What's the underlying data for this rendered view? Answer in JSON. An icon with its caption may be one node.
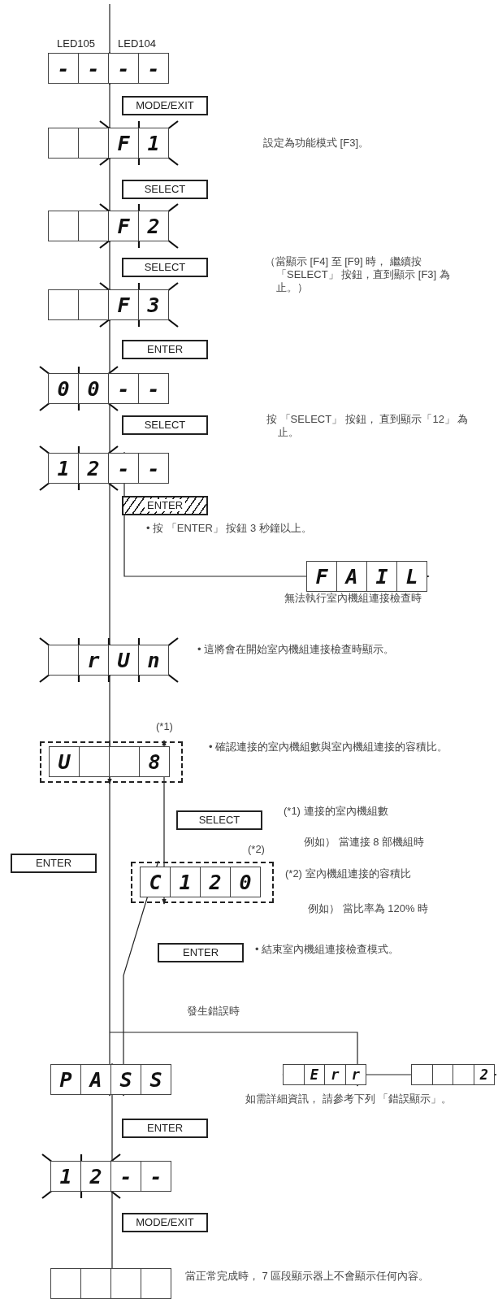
{
  "diagram": {
    "nodes": [
      {
        "text": [
          "-",
          "-",
          "-",
          "-"
        ]
      },
      {
        "text": [
          "F",
          "1"
        ]
      },
      {
        "text": [
          "F",
          "2"
        ]
      },
      {
        "text": [
          "F",
          "3"
        ]
      },
      {
        "text": [
          "0",
          "0",
          "-",
          "-"
        ]
      },
      {
        "text": [
          "1",
          "2",
          "-",
          "-"
        ]
      },
      {
        "text": [
          "F",
          "A",
          "I",
          "L"
        ],
        "beside": [
          "無法執行室內機組連接檢查時"
        ]
      },
      {
        "text": [
          "r",
          "U",
          "n"
        ],
        "beside": [
          "• 這將會在開始室內機組連接檢查時顯示。"
        ]
      },
      {
        "text": [
          "U",
          "8"
        ],
        "beside": [
          "(*1)",
          "• 確認連接的室內機組數與室內機組連接的容積比。"
        ]
      },
      {
        "text": [
          "C",
          "1",
          "2",
          "0"
        ],
        "beside": [
          "(*2)"
        ]
      },
      {
        "text": [
          "P",
          "A",
          "S",
          "S"
        ]
      },
      {
        "text": [
          "E",
          "r",
          "r"
        ]
      },
      {
        "text": [
          "2"
        ]
      },
      {
        "text": [
          "1",
          "2",
          "-",
          "-"
        ]
      },
      {
        "text": [],
        "shape": "box",
        "beside": [
          "當正常完成時， 7 區段顯示器上不會顯示任何內容。"
        ]
      }
    ],
    "edges": [
      {
        "from": null,
        "to": 0,
        "arrow": "to"
      },
      {
        "from": 0,
        "to": 1,
        "arrow": "to",
        "label": "MODE/EXIT"
      },
      {
        "from": 1,
        "to": 2,
        "arrow": "to",
        "label": "SELECT"
      },
      {
        "from": 2,
        "to": 3,
        "arrow": "to",
        "label": "SELECT"
      },
      {
        "from": 3,
        "to": 4,
        "arrow": "to",
        "label": "ENTER"
      },
      {
        "from": 4,
        "to": 5,
        "arrow": "to",
        "label": "SELECT"
      },
      {
        "from": 5,
        "to": 6,
        "arrow": "to"
      },
      {
        "from": 5,
        "to": 7,
        "arrow": "to",
        "label": "ENTER"
      },
      {
        "from": 7,
        "to": 8,
        "arrow": "to"
      },
      {
        "from": 8,
        "to": 9,
        "arrow": "both",
        "label": "SELECT"
      },
      {
        "from": 8,
        "to": 10,
        "arrow": "to",
        "label": "ENTER"
      },
      {
        "from": 9,
        "to": 10,
        "arrow": "to",
        "label": "ENTER"
      },
      {
        "from": null,
        "to": 11,
        "arrow": "to",
        "label": "發生錯誤時"
      },
      {
        "from": 11,
        "to": 12,
        "arrow": "both"
      },
      {
        "from": 10,
        "to": 13,
        "arrow": "to",
        "label": "ENTER"
      },
      {
        "from": 13,
        "to": 14,
        "arrow": "to",
        "label": "MODE/EXIT"
      }
    ],
    "labels": [
      "LED105",
      "LED104",
      "設定為功能模式 [F3]。",
      "（當顯示 [F4] 至 [F9] 時， 繼續按「SELECT」 按鈕，直到顯示 [F3] 為止。）",
      "按 「SELECT」 按鈕， 直到顯示「12」 為止。",
      "• 按 「ENTER」 按鈕 3 秒鐘以上。",
      "(*1) 連接的室內機組數",
      "例如） 當連接 8 部機組時",
      "(*2) 室內機組連接的容積比",
      "例如） 當比率為 120% 時",
      "• 結束室內機組連接檢查模式。",
      "如需詳細資訊， 請參考下列 「錯誤顯示」。"
    ]
  }
}
